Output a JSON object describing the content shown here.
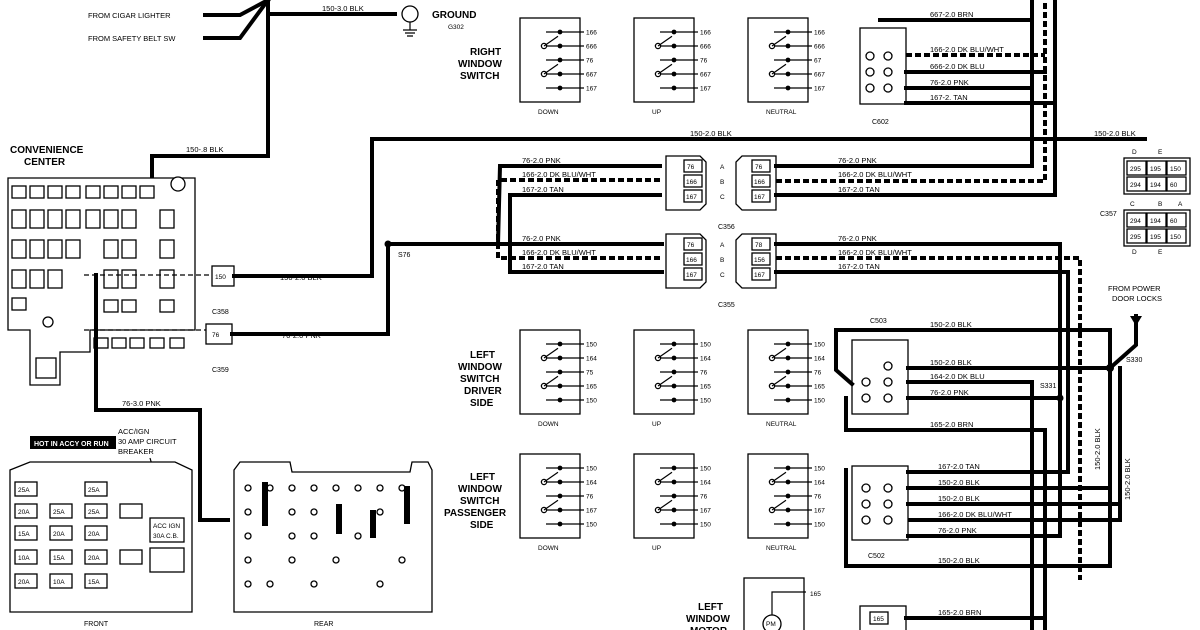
{
  "inputs": {
    "from_cigar_lighter": "FROM CIGAR LIGHTER",
    "from_safety_belt": "FROM SAFETY BELT SW",
    "from_power_door_locks": "FROM POWER DOOR LOCKS"
  },
  "ground": {
    "label": "GROUND",
    "id": "G302"
  },
  "convenience_center": "CONVENIENCE CENTER",
  "hot_badge": "HOT IN ACCY OR RUN",
  "breaker_note": "ACC/IGN 30 AMP CIRCUIT BREAKER",
  "fuse_block": {
    "front": "FRONT",
    "rear": "REAR"
  },
  "switches": {
    "right": "RIGHT WINDOW SWITCH",
    "left_driver": "LEFT WINDOW SWITCH DRIVER SIDE",
    "left_passenger": "LEFT WINDOW SWITCH PASSENGER SIDE",
    "motor": "LEFT WINDOW MOTOR",
    "positions": [
      "DOWN",
      "UP",
      "NEUTRAL"
    ],
    "right_pins": [
      "166",
      "666",
      "76",
      "667",
      "167"
    ],
    "right_pins_neutral": [
      "166",
      "666",
      "67",
      "667",
      "167"
    ],
    "left_pins": [
      "150",
      "164",
      "76",
      "165",
      "150"
    ],
    "left_pins_alt": [
      "150",
      "164",
      "75",
      "165",
      "150"
    ],
    "pass_pins": [
      "150",
      "164",
      "76",
      "167",
      "150"
    ]
  },
  "connectors": {
    "c602": "C602",
    "c356": "C356",
    "c355": "C355",
    "c357": "C357",
    "c358": "C358",
    "c359": "C359",
    "c503": "C503",
    "c502": "C502",
    "s76": "S76",
    "s330": "S330",
    "s331": "S331",
    "pins_abc": [
      "A",
      "B",
      "C"
    ],
    "pins_de": [
      "D",
      "E"
    ],
    "pins_cba": [
      "C",
      "B",
      "A"
    ],
    "c356_pins": [
      "76",
      "166",
      "167"
    ],
    "c355_pins": [
      "78",
      "156",
      "167"
    ],
    "c358_pin": "150",
    "c359_pin": "76",
    "c357_top": [
      "295",
      "195",
      "150",
      "294",
      "194",
      "60"
    ],
    "c357_bot": [
      "294",
      "194",
      "60",
      "295",
      "195",
      "150"
    ]
  },
  "wires": {
    "w150_3_blk": "150-3.0 BLK",
    "w150_8_blk": "150-.8 BLK",
    "w150_2_blk": "150-2.0 BLK",
    "w76_2_pnk": "76-2.0 PNK",
    "w76_3_pnk": "76-3.0 PNK",
    "w166_2_dkblu_wht": "166-2.0 DK BLU/WHT",
    "w167_2_tan": "167-2.0 TAN",
    "w667_2_brn": "667-2.0 BRN",
    "w666_2_dkblu": "666-2.0 DK BLU",
    "w167_2_tan_alt": "167-2. TAN",
    "w164_2_dkblu": "164-2.0 DK BLU",
    "w165_2_brn": "165-2.0 BRN"
  },
  "fuses": [
    "25A",
    "20A",
    "15A",
    "10A",
    "30A C.B.",
    "ACC IGN"
  ]
}
